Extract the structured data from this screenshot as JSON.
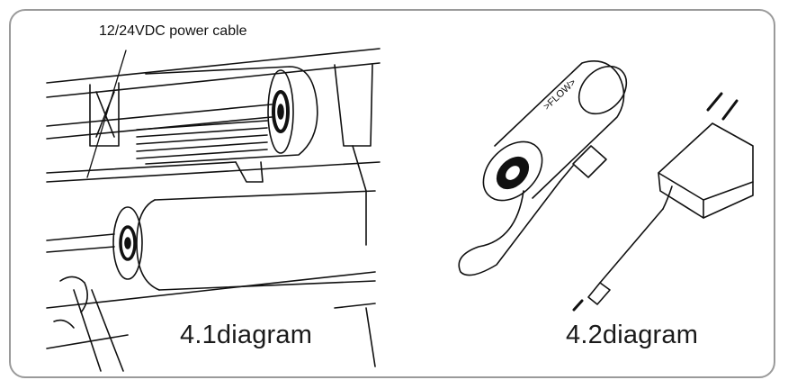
{
  "figure": {
    "left": {
      "callout": "12/24VDC power cable",
      "caption": "4.1diagram"
    },
    "right": {
      "filter_label": ">FLOW>",
      "caption": "4.2diagram"
    }
  }
}
